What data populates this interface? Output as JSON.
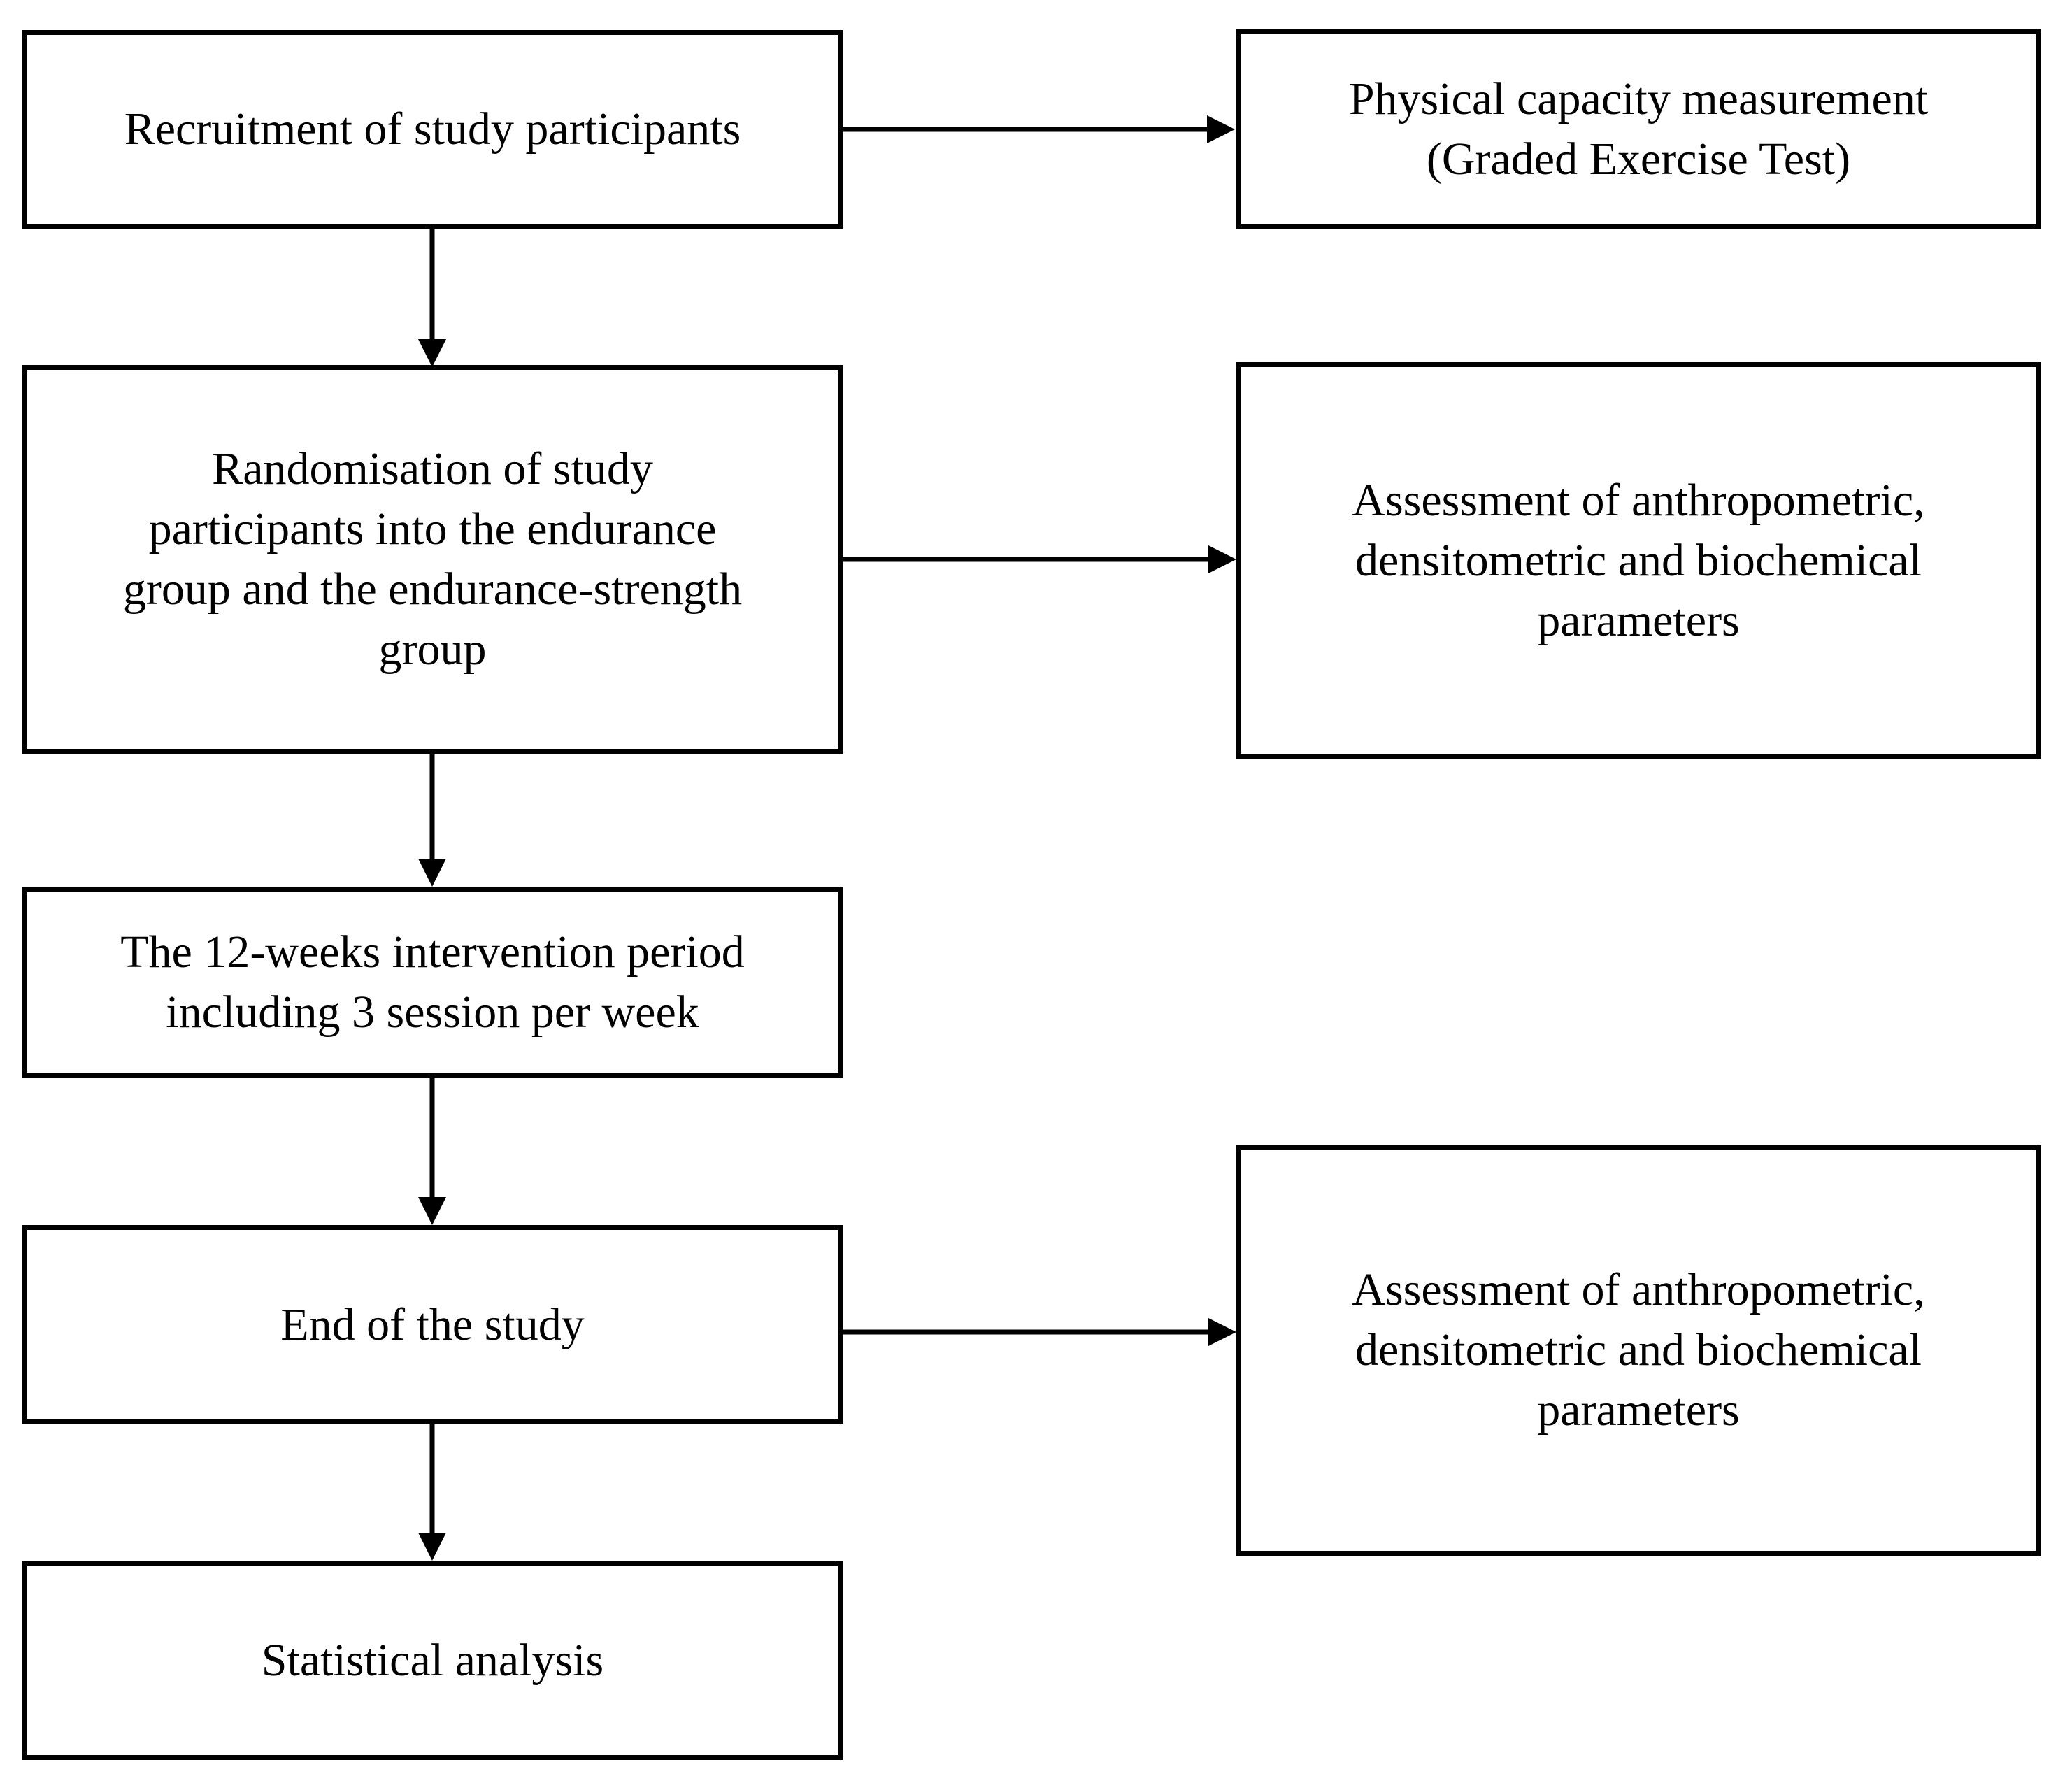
{
  "colors": {
    "background": "#ffffff",
    "box_border": "#000000",
    "text": "#000000",
    "arrow": "#000000"
  },
  "flowchart": {
    "main_steps": [
      {
        "id": "recruitment",
        "label": "Recruitment of study participants"
      },
      {
        "id": "randomisation",
        "label": "Randomisation of study participants into the endurance group and the endurance-strength group"
      },
      {
        "id": "intervention",
        "label": "The 12-weeks intervention period including 3 session per week"
      },
      {
        "id": "end-of-study",
        "label": "End of the study"
      },
      {
        "id": "statistics",
        "label": "Statistical analysis"
      }
    ],
    "side_steps": [
      {
        "id": "physical-capacity",
        "label": "Physical capacity measurement (Graded Exercise Test)"
      },
      {
        "id": "assessment-baseline",
        "label": "Assessment of anthropometric, densitometric and biochemical parameters"
      },
      {
        "id": "assessment-final",
        "label": "Assessment of anthropometric, densitometric and biochemical parameters"
      }
    ]
  }
}
